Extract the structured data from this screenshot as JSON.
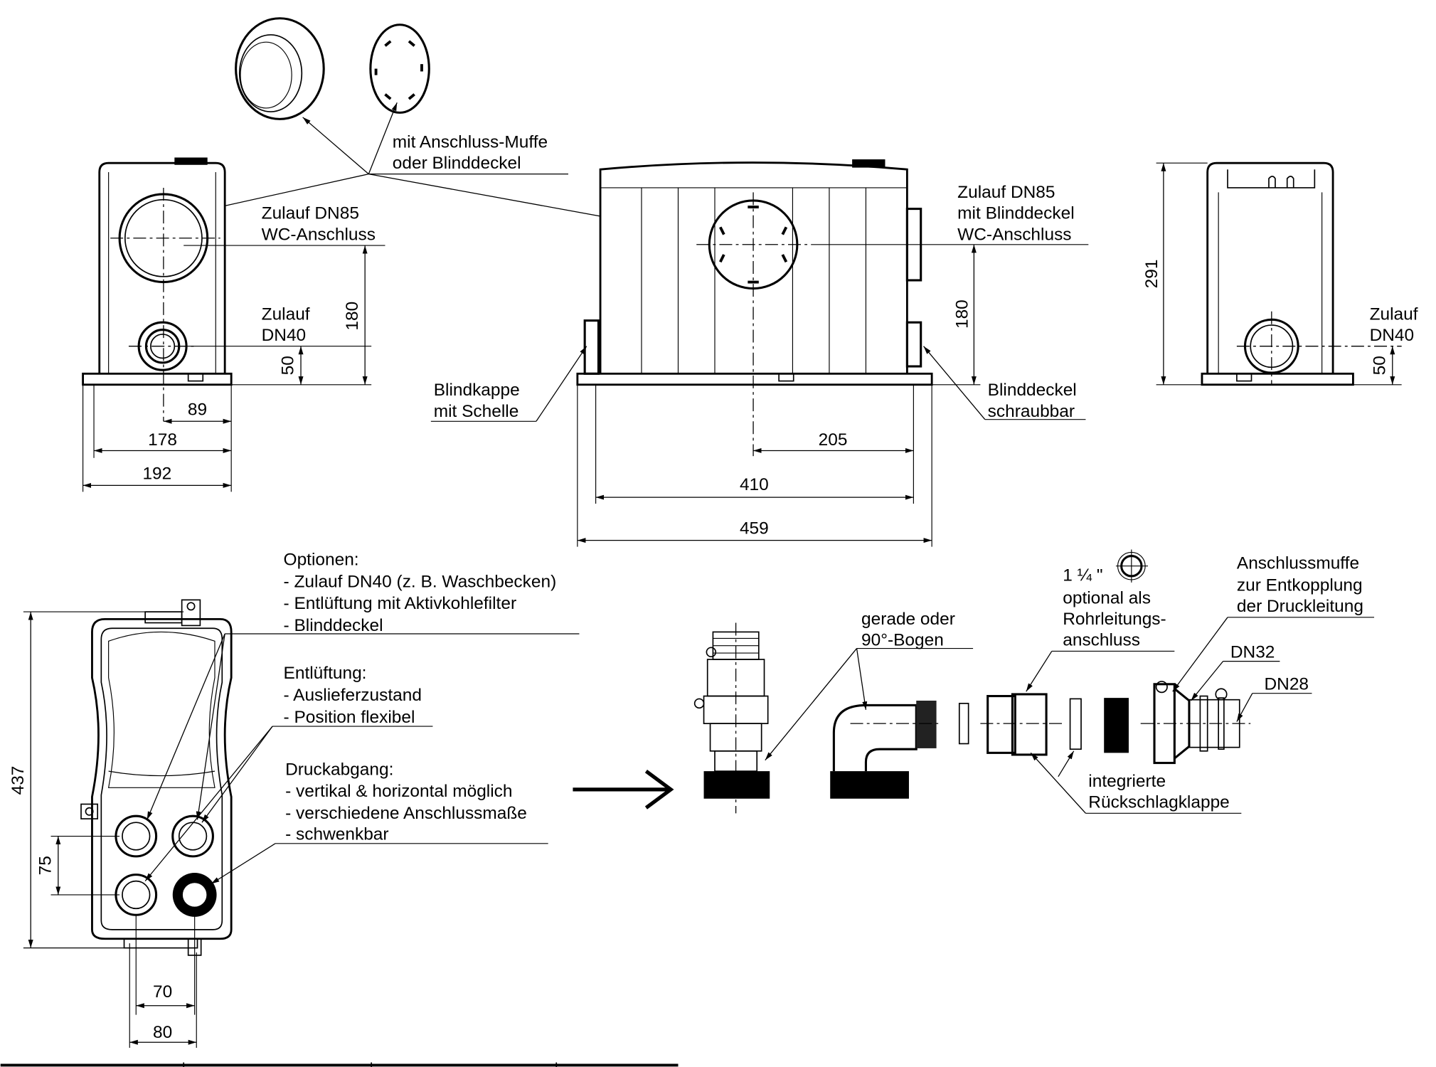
{
  "top": {
    "muffe_label": [
      "mit Anschluss-Muffe",
      "oder Blinddeckel"
    ],
    "side_left": {
      "inlet": [
        "Zulauf DN85",
        "WC-Anschluss"
      ],
      "inlet40": [
        "Zulauf",
        "DN40"
      ],
      "dim_180": "180",
      "dim_50": "50",
      "dim_89": "89",
      "dim_178": "178",
      "dim_192": "192"
    },
    "front": {
      "inlet": [
        "Zulauf DN85",
        "mit Blinddeckel",
        "WC-Anschluss"
      ],
      "blindkappe": [
        "Blindkappe",
        "mit Schelle"
      ],
      "blinddeckel": [
        "Blinddeckel",
        "schraubbar"
      ],
      "dim_180": "180",
      "dim_205": "205",
      "dim_410": "410",
      "dim_459": "459"
    },
    "side_right": {
      "inlet40": [
        "Zulauf",
        "DN40"
      ],
      "dim_291": "291",
      "dim_50": "50"
    }
  },
  "plan": {
    "optionen": [
      "Optionen:",
      "- Zulauf DN40 (z. B. Waschbecken)",
      "- Entlüftung mit Aktivkohlefilter",
      "- Blinddeckel"
    ],
    "entlueftung": [
      "Entlüftung:",
      "- Auslieferzustand",
      "- Position flexibel"
    ],
    "druckabgang": [
      "Druckabgang:",
      "- vertikal & horizontal möglich",
      "- verschiedene Anschlussmaße",
      "- schwenkbar"
    ],
    "dim_437": "437",
    "dim_75": "75",
    "dim_70": "70",
    "dim_80": "80"
  },
  "parts": {
    "bogen": [
      "gerade oder",
      "90°-Bogen"
    ],
    "thread_size": "1 ¼ \"",
    "optional": [
      "optional als",
      "Rohrleitungs-",
      "anschluss"
    ],
    "anschlussmuffe": [
      "Anschlussmuffe",
      "zur Entkopplung",
      "der Druckleitung"
    ],
    "dn32": "DN32",
    "dn28": "DN28",
    "klappe": [
      "integrierte",
      "Rückschlagklappe"
    ]
  }
}
